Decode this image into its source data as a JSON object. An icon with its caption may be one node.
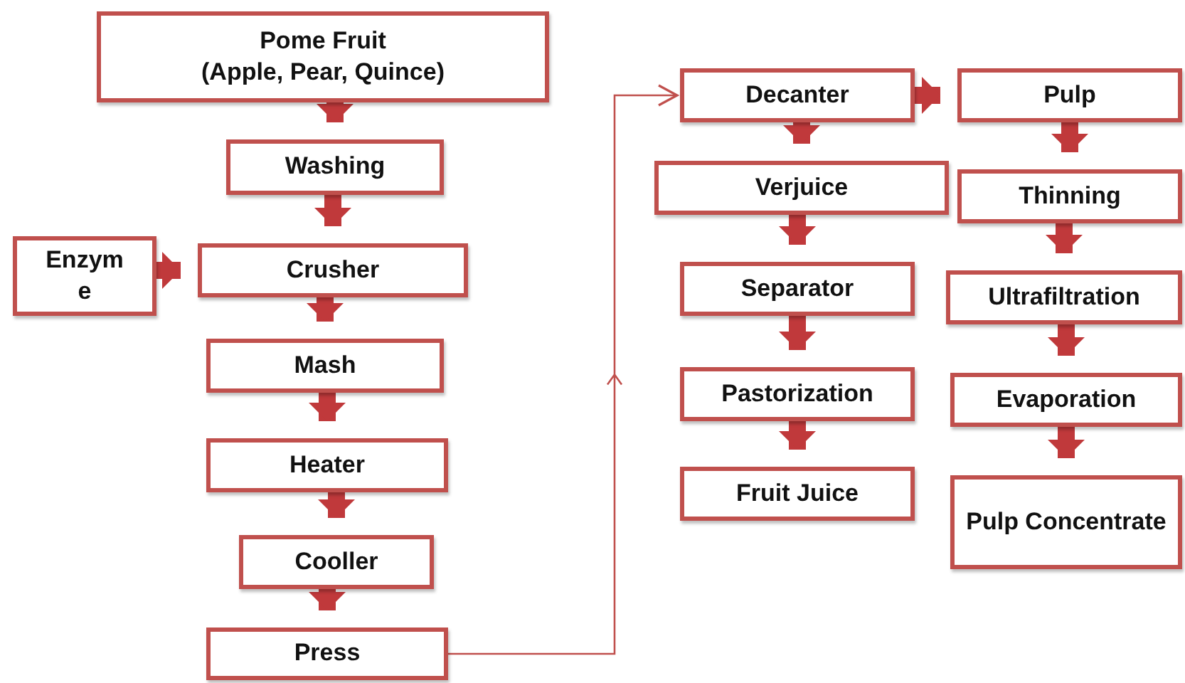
{
  "diagram": {
    "nodes": [
      {
        "text": [
          "Pome Fruit",
          "(Apple, Pear, Quince)"
        ]
      },
      {
        "text": [
          "Washing"
        ]
      },
      {
        "text": [
          "Enzym e"
        ]
      },
      {
        "text": [
          "Crusher"
        ]
      },
      {
        "text": [
          "Mash"
        ]
      },
      {
        "text": [
          "Heater"
        ]
      },
      {
        "text": [
          "Cooller"
        ]
      },
      {
        "text": [
          "Press"
        ]
      },
      {
        "text": [
          "Decanter"
        ]
      },
      {
        "text": [
          "Verjuice"
        ]
      },
      {
        "text": [
          "Separator"
        ]
      },
      {
        "text": [
          "Pastorization"
        ]
      },
      {
        "text": [
          "Fruit Juice"
        ]
      },
      {
        "text": [
          "Pulp"
        ]
      },
      {
        "text": [
          "Thinning"
        ]
      },
      {
        "text": [
          "Ultrafiltration"
        ]
      },
      {
        "text": [
          "Evaporation"
        ]
      },
      {
        "text": [
          "Pulp Concentrate"
        ]
      }
    ],
    "edges": [
      {
        "from": 0,
        "to": 1,
        "arrow": "to"
      },
      {
        "from": 1,
        "to": 3,
        "arrow": "to"
      },
      {
        "from": 2,
        "to": 3,
        "arrow": "to"
      },
      {
        "from": 3,
        "to": 4,
        "arrow": "to"
      },
      {
        "from": 4,
        "to": 5,
        "arrow": "to"
      },
      {
        "from": 5,
        "to": 6,
        "arrow": "to"
      },
      {
        "from": 6,
        "to": 7,
        "arrow": "to"
      },
      {
        "from": 7,
        "to": 8,
        "arrow": "to"
      },
      {
        "from": 8,
        "to": 9,
        "arrow": "to"
      },
      {
        "from": 9,
        "to": 10,
        "arrow": "to"
      },
      {
        "from": 10,
        "to": 11,
        "arrow": "to"
      },
      {
        "from": 11,
        "to": 12,
        "arrow": "to"
      },
      {
        "from": 8,
        "to": 13,
        "arrow": "to"
      },
      {
        "from": 13,
        "to": 14,
        "arrow": "to"
      },
      {
        "from": 14,
        "to": 15,
        "arrow": "to"
      },
      {
        "from": 15,
        "to": 16,
        "arrow": "to"
      },
      {
        "from": 16,
        "to": 17,
        "arrow": "to"
      }
    ]
  }
}
